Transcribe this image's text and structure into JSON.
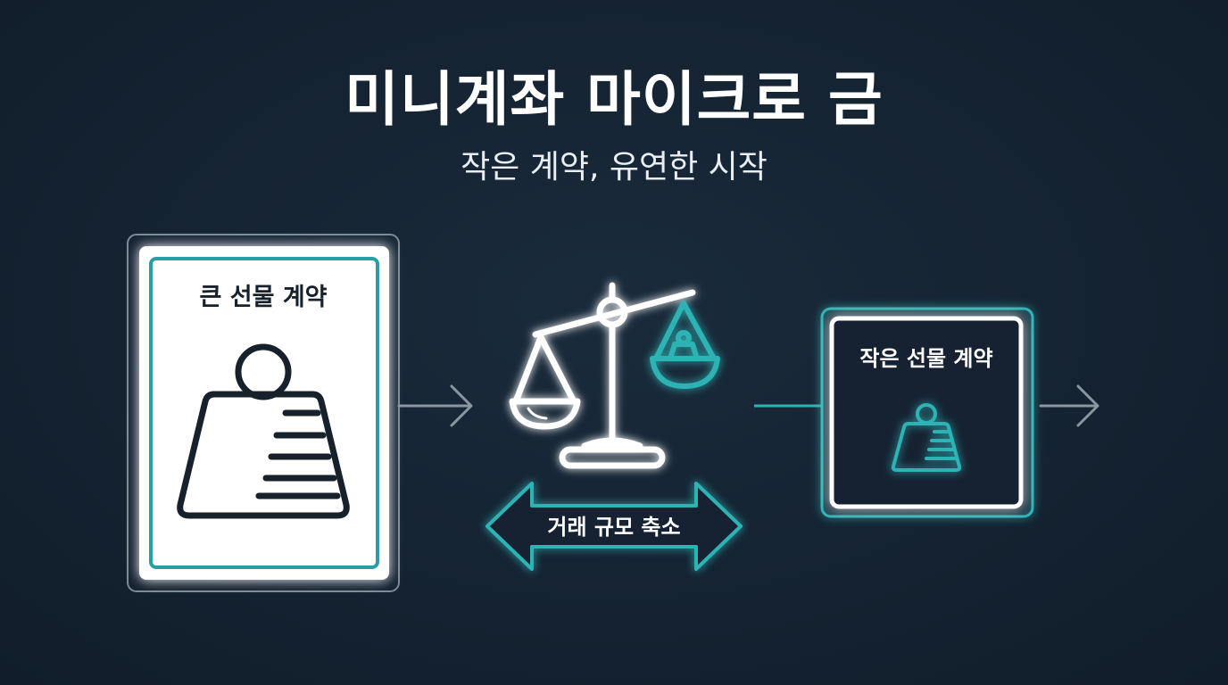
{
  "title": "미니계좌 마이크로 금",
  "subtitle": "작은 계약, 유연한 시작",
  "large_card": {
    "label": "큰 선물 계약",
    "icon": "large-weight-icon"
  },
  "scale": {
    "icon": "balance-scale-icon",
    "arrow_label": "거래 규모 축소"
  },
  "small_card": {
    "label": "작은 선물 계약",
    "icon": "small-weight-icon"
  },
  "colors": {
    "background": "#152231",
    "teal": "#2fb3b5",
    "glow": "#4fe3dc",
    "card_white": "#ffffff",
    "dark_text": "#17212b"
  }
}
